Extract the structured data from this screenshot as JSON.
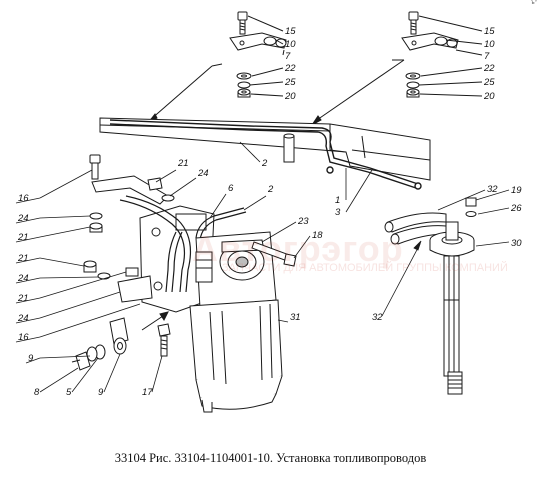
{
  "caption": "33104 Рис. 33104-1104001-10. Установка топливопроводов",
  "corner_mark": "ъ°",
  "watermark": {
    "brand": "Автогрэгор",
    "sub": "ЗАПЧАСТИ ДЛЯ АВТОМОБИЛЕЙ ГРУППЫ КОМПАНИЙ"
  },
  "colors": {
    "line": "#1a1a1a",
    "fill": "#ffffff",
    "shade": "#bdbdbd"
  },
  "callouts": [
    {
      "id": "c15a",
      "text": "15"
    },
    {
      "id": "c10a",
      "text": "10"
    },
    {
      "id": "c7a",
      "text": "7"
    },
    {
      "id": "c22a",
      "text": "22"
    },
    {
      "id": "c25a",
      "text": "25"
    },
    {
      "id": "c20a",
      "text": "20"
    },
    {
      "id": "c15b",
      "text": "15"
    },
    {
      "id": "c10b",
      "text": "10"
    },
    {
      "id": "c7b",
      "text": "7"
    },
    {
      "id": "c22b",
      "text": "22"
    },
    {
      "id": "c25b",
      "text": "25"
    },
    {
      "id": "c20b",
      "text": "20"
    },
    {
      "id": "c2a",
      "text": "2"
    },
    {
      "id": "c21a",
      "text": "21"
    },
    {
      "id": "c24a",
      "text": "24"
    },
    {
      "id": "c6",
      "text": "6"
    },
    {
      "id": "c2b",
      "text": "2"
    },
    {
      "id": "c16a",
      "text": "16"
    },
    {
      "id": "c1",
      "text": "1"
    },
    {
      "id": "c3",
      "text": "3"
    },
    {
      "id": "c32a",
      "text": "32"
    },
    {
      "id": "c19",
      "text": "19"
    },
    {
      "id": "c26",
      "text": "26"
    },
    {
      "id": "c24b",
      "text": "24"
    },
    {
      "id": "c21b",
      "text": "21"
    },
    {
      "id": "c23",
      "text": "23"
    },
    {
      "id": "c18",
      "text": "18"
    },
    {
      "id": "c30",
      "text": "30"
    },
    {
      "id": "c21c",
      "text": "21"
    },
    {
      "id": "c24c",
      "text": "24"
    },
    {
      "id": "c21d",
      "text": "21"
    },
    {
      "id": "c24d",
      "text": "24"
    },
    {
      "id": "c16b",
      "text": "16"
    },
    {
      "id": "c31",
      "text": "31"
    },
    {
      "id": "c32b",
      "text": "32"
    },
    {
      "id": "c9a",
      "text": "9"
    },
    {
      "id": "c8",
      "text": "8"
    },
    {
      "id": "c5",
      "text": "5"
    },
    {
      "id": "c9b",
      "text": "9"
    },
    {
      "id": "c17",
      "text": "17"
    }
  ]
}
